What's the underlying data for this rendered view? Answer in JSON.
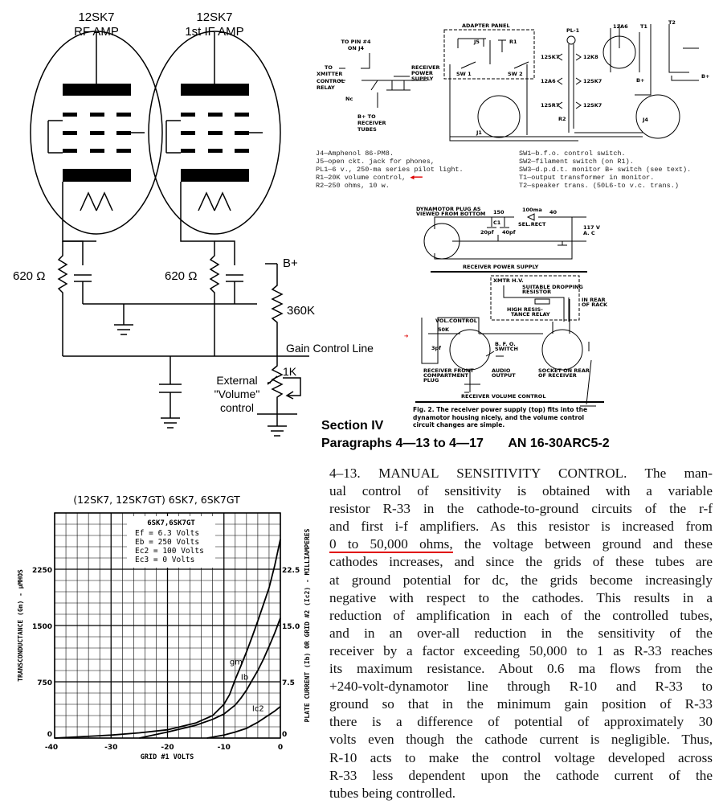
{
  "left_schematic": {
    "tube1_label": [
      "12SK7",
      "RF AMP"
    ],
    "tube2_label": [
      "12SK7",
      "1st IF AMP"
    ],
    "r1_label": "620 Ω",
    "r2_label": "620 Ω",
    "bplus": "B+",
    "r360": "360K",
    "gain_line": "Gain Control Line",
    "r1k": "1K",
    "volume_label": [
      "External",
      "\"Volume\"",
      "control"
    ]
  },
  "top_schematic": {
    "to_pin": [
      "TO PIN #4",
      "ON J4"
    ],
    "to_xmitter": [
      "TO",
      "XMITTER",
      "CONTROL",
      "RELAY"
    ],
    "nc": "Nc",
    "bplus_tubes": [
      "B+ TO",
      "RECEIVER",
      "TUBES"
    ],
    "rx_ps": [
      "RECEIVER",
      "POWER",
      "SUPPLY"
    ],
    "adapter_panel": "ADAPTER PANEL",
    "j5": "J5",
    "r1": "R1",
    "sw1": "SW 1",
    "sw2": "SW 2",
    "j1": "J1",
    "j4": "J4",
    "pl1": "PL-1",
    "r2": "R2",
    "tube_12a6": "12A6",
    "t1": "T1",
    "t2": "T2",
    "bplus": "B+",
    "heater_left": [
      "12SK7",
      "12A6",
      "12SR7"
    ],
    "heater_right": [
      "12K8",
      "12SK7",
      "12SK7"
    ],
    "parts_left": [
      "J4—Amphenol 86-PM8.",
      "J5—open ckt. jack for phones,",
      "PL1—6 v., 250-ma series pilot light.",
      "R1—20K volume control,",
      "R2—250 ohms, 10 w."
    ],
    "parts_right": [
      "SW1—b.f.o. control switch.",
      "SW2—filament switch (on R1).",
      "SW3—d.p.d.t. monitor B+ switch (see text).",
      "T1—output transformer in monitor.",
      "T2—speaker trans. (50L6-to v.c. trans.)"
    ]
  },
  "power_supply": {
    "plug": [
      "DYNAMOTOR PLUG AS",
      "VIEWED FROM BOTTOM"
    ],
    "r150": "150",
    "c1": "C1",
    "c20": "20pf",
    "c40": "40pf",
    "fuse": "100ma",
    "rect": "SEL.RECT",
    "r40": "40",
    "ac": [
      "117 V",
      "A. C"
    ],
    "title": "RECEIVER POWER SUPPLY"
  },
  "volume_control": {
    "xmtr": "XMTR H.V.",
    "resistor": [
      "SUITABLE DROPPING",
      "RESISTOR"
    ],
    "relay": [
      "HIGH RESIS-",
      "TANCE RELAY"
    ],
    "rear": [
      "IN REAR",
      "OF RACK"
    ],
    "vol": "VOL.CONTROL",
    "r50k": "50K",
    "c3": "3pf",
    "bfo": [
      "B. F. O.",
      "SWITCH"
    ],
    "front_plug": [
      "RECEIVER FRONT",
      "COMPARTMENT",
      "PLUG"
    ],
    "audio": [
      "AUDIO",
      "OUTPUT"
    ],
    "socket": [
      "SOCKET ON REAR",
      "OF RECEIVER"
    ],
    "title": "RECEIVER VOLUME CONTROL"
  },
  "figure_caption": [
    "Fig. 2. The receiver power supply (top) fits into the",
    "dynamotor housing nicely, and the volume control",
    "circuit changes are simple."
  ],
  "section": {
    "line1": "Section IV",
    "line2": "Paragraphs 4—13 to 4—17",
    "doc": "AN 16-30ARC5-2"
  },
  "article": {
    "lines": [
      "4–13. MANUAL SENSITIVITY CONTROL. The man-",
      "ual control of sensitivity is obtained with a variable",
      "resistor R-33 in the cathode-to-ground circuits of the r-f",
      "and first i-f amplifiers. As this resistor is increased from",
      "the voltage between ground and these",
      "cathodes increases, and since the grids of these tubes are",
      "at ground potential for dc, the grids become increasingly",
      "negative with respect to the cathodes. This results in a",
      "reduction of amplification in each of the controlled tubes,",
      "and in an over-all reduction in the sensitivity of the",
      "receiver by a factor exceeding 50,000 to 1 as R-33 reaches",
      "its maximum resistance. About 0.6 ma flows from the",
      "+240-volt-dynamotor line through R-10 and R-33 to",
      "ground so that in the minimum gain position of R-33",
      "there is a difference of potential of approximately 30",
      "volts even though the cathode current is negligible. Thus,",
      "R-10 acts to make the control voltage developed across",
      "R-33 less dependent upon the cathode current of the",
      "tubes being controlled."
    ],
    "highlight": "0 to 50,000 ohms,",
    "highlight_color": "#e00000"
  },
  "chart_data": {
    "type": "line",
    "title": "(12SK7, 12SK7GT) 6SK7, 6SK7GT",
    "xlabel": "GRID #1 VOLTS",
    "ylabel": "TRANSCONDUCTANCE (Gm) - µMHOS",
    "ylabel_right": "PLATE CURRENT (Ib) OR GRID #2 (Ic2) - MILLIAMPERES",
    "xlim": [
      -40,
      0
    ],
    "ylim": [
      0,
      3000
    ],
    "ylim_right": [
      0,
      30
    ],
    "x_ticks": [
      "-40",
      "-30",
      "-20",
      "-10",
      "0"
    ],
    "y_ticks": [
      "0",
      "750",
      "1500",
      "2250"
    ],
    "y_ticks_right": [
      "0",
      "7.5",
      "15.0",
      "22.5"
    ],
    "grid": true,
    "inset": {
      "title": "6SK7,6SK7GT",
      "lines": [
        "Ef  = 6.3 Volts",
        "Eb  = 250 Volts",
        "Ec2 = 100 Volts",
        "Ec3 =   0 Volts"
      ]
    },
    "series": [
      {
        "name": "gm",
        "axis": "left",
        "x": [
          -40,
          -30,
          -25,
          -20,
          -15,
          -12,
          -10,
          -9,
          -8,
          -7,
          -6,
          -5,
          -4,
          -3,
          -2,
          -1,
          0
        ],
        "y": [
          0,
          40,
          70,
          110,
          200,
          300,
          450,
          580,
          780,
          960,
          1150,
          1350,
          1560,
          1780,
          2000,
          2300,
          2650
        ]
      },
      {
        "name": "Ib",
        "axis": "right",
        "x": [
          -25,
          -20,
          -15,
          -12,
          -10,
          -8,
          -7,
          -6,
          -5,
          -4,
          -3,
          -2,
          -1,
          0
        ],
        "y": [
          0,
          0.8,
          1.7,
          2.5,
          3.2,
          4.4,
          5.3,
          6.4,
          7.7,
          9,
          10.5,
          12.2,
          14,
          16
        ]
      },
      {
        "name": "Ic2",
        "axis": "right",
        "x": [
          -13,
          -10,
          -8,
          -6,
          -5,
          -4,
          -3,
          -2,
          -1,
          0
        ],
        "y": [
          0,
          0.4,
          0.8,
          1.3,
          1.7,
          2.1,
          2.6,
          3.1,
          3.6,
          4.2
        ]
      }
    ]
  }
}
